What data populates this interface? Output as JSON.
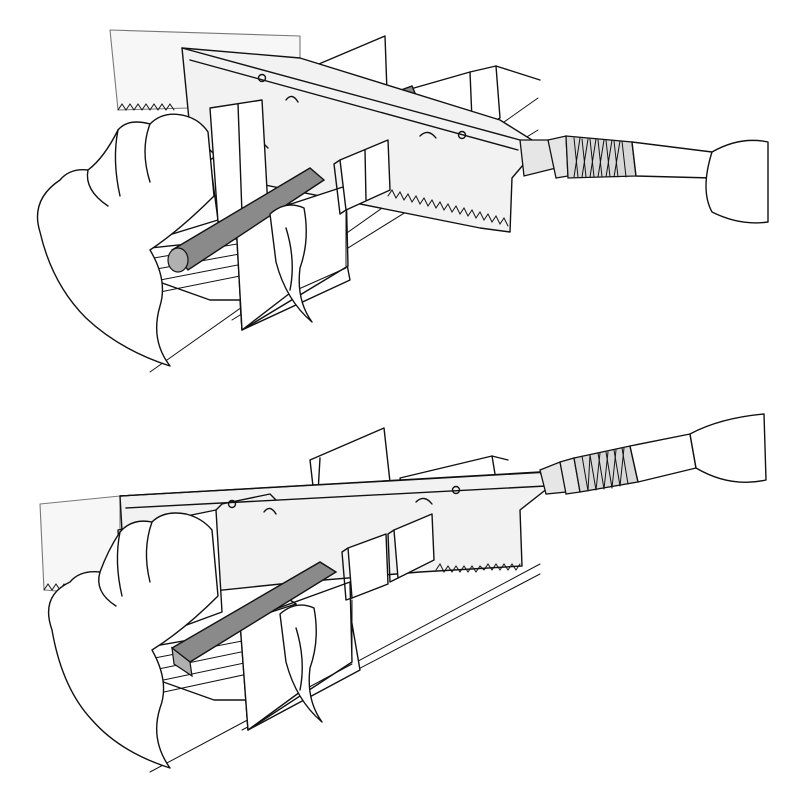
{
  "figure": {
    "panels": [
      {
        "stock": "round-dowel",
        "saw": "razor-saw-level"
      },
      {
        "stock": "square-stock",
        "saw": "razor-saw-angled"
      }
    ]
  },
  "colors": {
    "ink": "#111111",
    "paper": "#ffffff",
    "stock_fill": "#8a8a8a",
    "blade_fill": "#f2f2f2",
    "ghost_fill": "#f7f7f7"
  }
}
